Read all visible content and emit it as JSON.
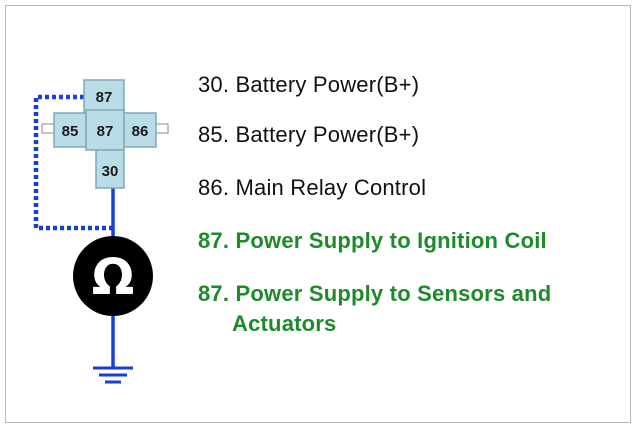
{
  "relay": {
    "pins": {
      "top": "87",
      "left": "85",
      "center": "87",
      "right": "86",
      "bottom": "30"
    },
    "ohm_symbol": "Ω"
  },
  "colors": {
    "wire": "#1a3fd6",
    "pin_fill": "#b9dde6",
    "pin_stroke": "#7fa9b6",
    "highlight_text": "#1f8a2a",
    "normal_text": "#111111"
  },
  "legend": [
    {
      "text": "30. Battery Power(B+)",
      "highlight": false
    },
    {
      "text": "85. Battery Power(B+)",
      "highlight": false
    },
    {
      "text": "86. Main Relay Control",
      "highlight": false
    },
    {
      "text": "87. Power Supply to Ignition Coil",
      "highlight": true
    },
    {
      "text": "87. Power Supply to Sensors and",
      "text_cont": "Actuators",
      "highlight": true
    }
  ]
}
